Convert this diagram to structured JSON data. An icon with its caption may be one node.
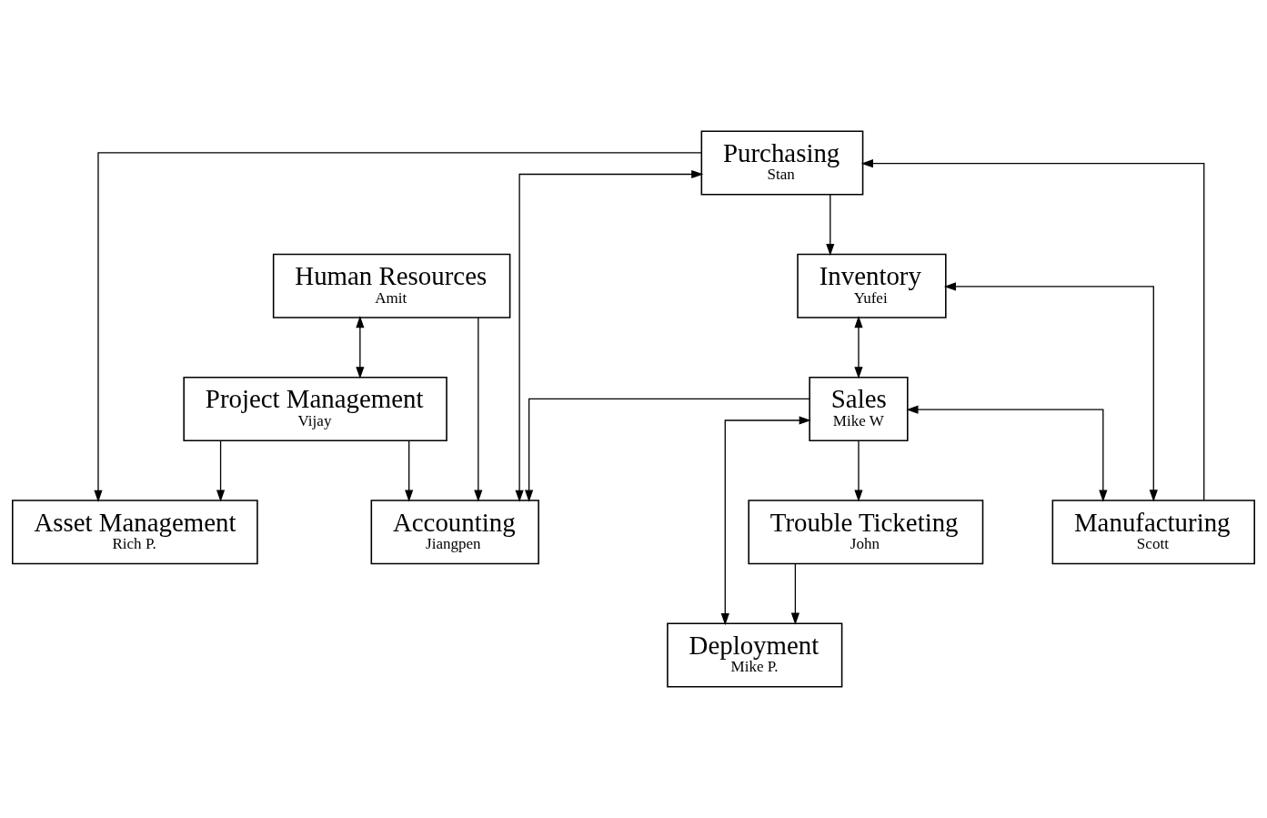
{
  "diagram": {
    "nodes": [
      {
        "text": [
          "Purchasing",
          "Stan"
        ]
      },
      {
        "text": [
          "Accounting",
          "Jiangpen"
        ]
      },
      {
        "text": [
          "Human Resources",
          "Amit"
        ]
      },
      {
        "text": [
          "Inventory",
          "Yufei"
        ]
      },
      {
        "text": [
          "Sales",
          "Mike W"
        ]
      },
      {
        "text": [
          "Project Management",
          "Vijay"
        ]
      },
      {
        "text": [
          "Manufacturing",
          "Scott"
        ]
      },
      {
        "text": [
          "Deployment",
          "Mike P."
        ]
      },
      {
        "text": [
          "Asset Management",
          "Rich P."
        ]
      },
      {
        "text": [
          "Trouble Ticketing",
          "John"
        ]
      }
    ],
    "edges": [
      {
        "from": 0,
        "to": 1,
        "arrow": "both"
      },
      {
        "from": 2,
        "to": 1,
        "arrow": "to"
      },
      {
        "from": 5,
        "to": 1,
        "arrow": "to"
      },
      {
        "from": 0,
        "to": 8,
        "arrow": "to"
      },
      {
        "from": 2,
        "to": 5,
        "arrow": "both"
      },
      {
        "from": 5,
        "to": 8,
        "arrow": "to"
      },
      {
        "from": 0,
        "to": 3,
        "arrow": "to"
      },
      {
        "from": 4,
        "to": 1,
        "arrow": "to"
      },
      {
        "from": 3,
        "to": 4,
        "arrow": "both"
      },
      {
        "from": 4,
        "to": 6,
        "arrow": "both"
      },
      {
        "from": 3,
        "to": 6,
        "arrow": "both"
      },
      {
        "from": 6,
        "to": 0,
        "arrow": "to"
      },
      {
        "from": 4,
        "to": 7,
        "arrow": "both"
      },
      {
        "from": 4,
        "to": 9,
        "arrow": "to"
      },
      {
        "from": 9,
        "to": 7,
        "arrow": "to"
      }
    ]
  }
}
